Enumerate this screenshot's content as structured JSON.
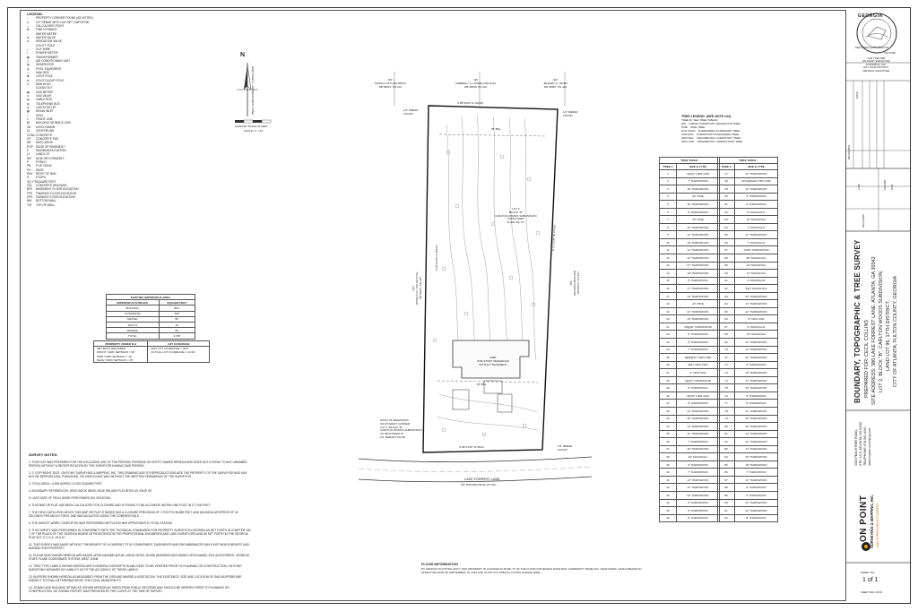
{
  "legend": {
    "title": "LEGEND:",
    "items": [
      {
        "sym": "○",
        "label": "PROPERTY CORNER FOUND (AS NOTED)"
      },
      {
        "sym": "●",
        "label": "1/2\" REBAR WITH CAP SET LS#PGF200"
      },
      {
        "sym": "△",
        "label": "CALCULATED POINT"
      },
      {
        "sym": "✚",
        "label": "FIRE HYDRANT"
      },
      {
        "sym": "▫",
        "label": "WATER METER"
      },
      {
        "sym": "⊗",
        "label": "WATER VALVE"
      },
      {
        "sym": "⊕",
        "label": "IRRIGATION VALVE"
      },
      {
        "sym": "◦",
        "label": "UTILITY POLE"
      },
      {
        "sym": "—",
        "label": "GUY WIRE"
      },
      {
        "sym": "▪",
        "label": "POWER METER"
      },
      {
        "sym": "▣",
        "label": "TRANSFORMER"
      },
      {
        "sym": "◻",
        "label": "AIR CONDITIONING UNIT"
      },
      {
        "sym": "▨",
        "label": "GENERATOR"
      },
      {
        "sym": "◍",
        "label": "POOL EQUIPMENT"
      },
      {
        "sym": "▢",
        "label": "MAIL BOX"
      },
      {
        "sym": "✱",
        "label": "LIGHT POLE"
      },
      {
        "sym": "◘",
        "label": "UTILITY/LIGHT POLE"
      },
      {
        "sym": "⊙",
        "label": "MAN HOLE"
      },
      {
        "sym": "◌",
        "label": "CLEAN OUT"
      },
      {
        "sym": "▦",
        "label": "GAS METER"
      },
      {
        "sym": "⊘",
        "label": "GAS VALVE"
      },
      {
        "sym": "▤",
        "label": "CABLE BOX"
      },
      {
        "sym": "▥",
        "label": "TELEPHONE BOX"
      },
      {
        "sym": "◈",
        "label": "LIGHT/OUTLET"
      },
      {
        "sym": "▩",
        "label": "DRAIN INLET"
      },
      {
        "sym": "↕",
        "label": "SIGN"
      },
      {
        "sym": "x",
        "label": "FENCE LINE"
      },
      {
        "sym": "BL",
        "label": "BUILDING SETBACK LINE"
      },
      {
        "sym": "CB",
        "label": "CATCH BASIN"
      },
      {
        "sym": "CL",
        "label": "CENTERLINE"
      },
      {
        "sym": "CONC",
        "label": "CONCRETE"
      },
      {
        "sym": "CP",
        "label": "CONCRETE PAD"
      },
      {
        "sym": "DB",
        "label": "DEED BOOK"
      },
      {
        "sym": "EOP",
        "label": "EDGE OF PAVEMENT"
      },
      {
        "sym": "E",
        "label": "MAXIMUM ELEVATION"
      },
      {
        "sym": "LL",
        "label": "LAND LOT"
      },
      {
        "sym": "N/F",
        "label": "NOW OR FORMERLY"
      },
      {
        "sym": "P",
        "label": "PORCH"
      },
      {
        "sym": "PB",
        "label": "PLAT BOOK"
      },
      {
        "sym": "PG",
        "label": "PAGE"
      },
      {
        "sym": "R/W",
        "label": "RIGHT OF WAY"
      },
      {
        "sym": "S",
        "label": "STOPS"
      },
      {
        "sym": "SQ. FT.",
        "label": "SQUARE FEET"
      },
      {
        "sym": "CW",
        "label": "CONCRETE WALKWAY"
      },
      {
        "sym": "BFE",
        "label": "BASEMENT FLOOR ELEVATION"
      },
      {
        "sym": "FFE",
        "label": "FINISHED FLOOR ELEVATION"
      },
      {
        "sym": "GFE",
        "label": "GARAGE FLOOR ELEVATION"
      },
      {
        "sym": "BW",
        "label": "BOTTOM WALL"
      },
      {
        "sym": "TW",
        "label": "TOP OF WALL"
      }
    ]
  },
  "north": {
    "letter": "N",
    "datum": "GRID NORTH - GEORGIA WEST ZONE",
    "scale_title": "GRAPHIC SCALE IN FEET",
    "scale_text": "SCALE: 1\" = 20'"
  },
  "impervious": {
    "title": "EXISTING IMPERVIOUS AREA",
    "headers": [
      "IMPERVIOUS SURFACE",
      "SQUARE FEET"
    ],
    "rows": [
      [
        "BUILDING",
        "2547"
      ],
      [
        "CONCRETE",
        "846"
      ],
      [
        "GRAVEL",
        "86"
      ],
      [
        "WALLS",
        "49"
      ],
      [
        "PAVERS",
        "86"
      ],
      [
        "TOTAL",
        "3,155"
      ]
    ]
  },
  "zoning": {
    "headers": [
      "PROPERTY ZONED R-3",
      "LOT COVERAGE"
    ],
    "left": [
      "SET BACK REQUIRED",
      "FRONT YARD SETBACK = 50'",
      "SIDE YARD SETBACK = 10'",
      "REAR YARD SETBACK = 35'"
    ],
    "right": [
      "MAX LOT COVERAGE = 40%",
      "ACTUAL LOT COVERAGE = 11.9%"
    ]
  },
  "notes": {
    "title": "SURVEY NOTES:",
    "items": [
      "1. THIS PLAT WAS PREPARED FOR THE EXCLUSIVE USE OF THE PERSON, PERSONS OR ENTITY NAMED HEREON AND DOES NOT EXTEND TO ANY UNNAMED PERSON WITHOUT A RECERTIFICATION BY THE SURVEYOR NAMING SAID PERSON.",
      "2. © COPYRIGHT 2020 - ON POINT SURVEYING & MAPPING, INC. THIS DRAWING AND ITS REPRODUCTIONS ARE THE PROPERTY OF THE SURVEYOR AND MAY NOT BE REPRODUCED, PUBLISHED, OR USED IN ANY WAY WITHOUT THE WRITTEN PERMISSION OF THE SURVEYOR.",
      "3. TOTAL AREA = 0.505 ACRES / 21,991 SQUARE FEET.",
      "4. BOUNDARY REFERENCES: DEED BOOK 36549, PAGE 590 AND PLAT BOOK 69, PAGE 99.",
      "5. LAST DATE OF FIELD WORK PERFORMED ON: 09/13/2020.",
      "6. THIS MAP OR PLAT HAS BEEN CALCULATED FOR CLOSURE AND IS FOUND TO BE ACCURATE WITHIN ONE FOOT IN 177,940 FEET.",
      "7. THE FIELD DATA UPON WHICH THIS MAP OR PLAT IS BASED HAS A CLOSURE PRECISION OF 1 FOOT IN 36,889 FEET, AND AN ANGULAR ERROR OF 03 SECONDS PER ANGLE POINT, AND WAS ADJUSTED USING THE COMPASS RULE.",
      "8. THE SURVEY WORK COMPLETED WAS PERFORMED WITH A 5X5 MM+2PPM ROBOTIC TOTAL STATION.",
      "9. THIS SURVEY WAS PERFORMED IN CONFORMITY WITH THE TECHNICAL STANDARDS FOR PROPERTY SURVEYS IN GEORGIA AS SET FORTH IN CHAPTER 180-7 OF THE RULES OF THE GEORGIA BOARD OF REGISTRATION FOR PROFESSIONAL ENGINEERS AND LAND SURVEYORS AND AS SET FORTH IN THE GEORGIA PLAT ACT O.C.G.A. 15-6-67.",
      "10. THIS SURVEY WAS MADE WITHOUT THE BENEFIT OF A CURRENT TITLE COMMITMENT. EASEMENTS AND ENCUMBRANCES MAY EXIST WHICH BENEFIT AND BURDEN THIS PROPERTY.",
      "11. ELEVATIONS SHOWN HEREON ARE BASED UPON NAVD88 DATUM, USING GEOID 18 AND BEARINGS ARE BASED UPON NAD83, 2011 ADJUSTMENT, GEORGIA STATE PLANE COORDINATE SYSTEM, WEST ZONE.",
      "12. TREE TYPE LABELS SHOWN HEREON ARE A GENERAL DESCRIPTION AND NEED TO BE VERIFIED PRIOR TO PLANNING OR CONSTRUCTION. ON POINT SURVEYING ASSUMES NO LIABILITY AS TO THE ACCURACY OF THESE LABELS.",
      "13. BUFFERS SHOWN HEREON AS MEASURED FROM THE GROUND WHERE A VEGETATION, THE EXISTENCE, SIZE AND LOCATION OF SAID BUFFERS ARE SUBJECT TO FINAL DETERMINATION BY THE LOCAL MUNICIPALITY.",
      "14. ZONING AND BUILDING SETBACKS SHOWN HEREON AS TAKEN FROM PUBLIC RECORDS AND SHOULD BE VERIFIED PRIOR TO PLANNING OR CONSTRUCTION. NO ZONING REPORT WAS PROVIDED BY THE CLIENT AT THE TIME OF SURVEY."
    ]
  },
  "tree_legend": {
    "title": "TREE LEGEND: (SEE NOTE #12)",
    "items": [
      "TREE ID: SEE TREE TABLES",
      "HW    LARGE OVERSTORY DECIDUOUS TREE",
      "PINE    PINE TREE",
      "EVG SCRN    EVERGREEN SCREENING TREE",
      "OVR EVG    OVERSTORY EVERGREEN TREE",
      "ORN DEC    ORNAMENTAL OVERSTORY TREE",
      "ORN UND    ORNAMENTAL UNDERSTORY TREE"
    ]
  },
  "tree_table_1": {
    "title": "TREE TABLE",
    "headers": [
      "TREE #",
      "SIZE & TYPE"
    ],
    "rows": [
      [
        "1",
        "2@24\" ORN UND"
      ],
      [
        "2",
        "7\" HARDWOOD"
      ],
      [
        "3",
        "18\" HARDWOOD"
      ],
      [
        "4",
        "20\" PINE"
      ],
      [
        "5",
        "18\" HARDWOOD"
      ],
      [
        "6",
        "8\" HARDWOOD"
      ],
      [
        "7",
        "20\" PINE"
      ],
      [
        "8",
        "10\" HARDWOOD"
      ],
      [
        "9",
        "12\" HARDWOOD"
      ],
      [
        "10",
        "16\" HARDWOOD"
      ],
      [
        "11",
        "14\" HARDWOOD"
      ],
      [
        "12",
        "10\" HARDWOOD"
      ],
      [
        "13",
        "27\" HARDWOOD"
      ],
      [
        "14",
        "16\" HARDWOOD"
      ],
      [
        "15",
        "8\" HARDWOOD"
      ],
      [
        "16",
        "17\" HARDWOOD"
      ],
      [
        "17",
        "13\" HARDWOOD"
      ],
      [
        "18",
        "22\" PINE"
      ],
      [
        "19",
        "22\" HARDWOOD"
      ],
      [
        "20",
        "15\" HARDWOOD"
      ],
      [
        "21",
        "25@20\" HARDWOOD"
      ],
      [
        "22",
        "8\" HARDWOOD"
      ],
      [
        "23",
        "8\" HARDWOOD"
      ],
      [
        "24",
        "7\" HARDWOOD"
      ],
      [
        "25",
        "8@8@20\" ORN UND"
      ],
      [
        "26",
        "8@7 ORN UND"
      ],
      [
        "27",
        "9\" ORN UND"
      ],
      [
        "28",
        "2@10\" HARDWOOD"
      ],
      [
        "29",
        "8\" HARDWOOD"
      ],
      [
        "30",
        "2@20\" ORN UND"
      ],
      [
        "31",
        "8\" HARDWOOD"
      ],
      [
        "32",
        "14\" HARDWOOD"
      ],
      [
        "33",
        "18\" HARDWOOD"
      ],
      [
        "34",
        "14\" HARDWOOD"
      ],
      [
        "35",
        "12\" HARDWOOD"
      ],
      [
        "36",
        "7\" HARDWOOD"
      ],
      [
        "37",
        "18\" HARDWOOD"
      ],
      [
        "38",
        "16\" MAGNOLIA"
      ],
      [
        "39",
        "9\" HARDWOOD"
      ],
      [
        "40",
        "7\" HARDWOOD"
      ],
      [
        "41",
        "14\" HARDWOOD"
      ],
      [
        "42",
        "11\" HARDWOOD"
      ],
      [
        "43",
        "22\" HARDWOOD"
      ],
      [
        "44",
        "8\" HARDWOOD"
      ],
      [
        "45",
        "8\" HARDWOOD"
      ],
      [
        "46",
        "8\" HARDWOOD"
      ]
    ]
  },
  "tree_table_2": {
    "title": "TREE TABLE",
    "headers": [
      "TREE #",
      "SIZE & TYPE"
    ],
    "rows": [
      [
        "47",
        "10\" HARDWOOD"
      ],
      [
        "48",
        "22/23@MAP ORN UND"
      ],
      [
        "49",
        "10\" HARDWOOD"
      ],
      [
        "50",
        "9\" HARDWOOD"
      ],
      [
        "51",
        "9\" HARDWOOD"
      ],
      [
        "52",
        "8\" MAGNOLIA"
      ],
      [
        "53",
        "10\" MAGNOLIA"
      ],
      [
        "54",
        "7\" MAGNOLIA"
      ],
      [
        "55",
        "12\" HARDWOOD"
      ],
      [
        "56",
        "7\" MAGNOLIA"
      ],
      [
        "57",
        "13/20\" HARDWOOD"
      ],
      [
        "58",
        "82\" MAGNOLIA"
      ],
      [
        "59",
        "10\" MAGNOLIA"
      ],
      [
        "60",
        "14\" MAGNOLIA"
      ],
      [
        "61",
        "9\" MAGNOLIA"
      ],
      [
        "62",
        "8@7 MAGNOLIA"
      ],
      [
        "63",
        "20\" HARDWOOD"
      ],
      [
        "64",
        "14\" HARDWOOD"
      ],
      [
        "65",
        "22\" HARDWOOD"
      ],
      [
        "66",
        "8\" ORN UND"
      ],
      [
        "67",
        "9\" MAGNOLIA"
      ],
      [
        "68",
        "13\" MAGNOLIA"
      ],
      [
        "69",
        "12\" HARDWOOD"
      ],
      [
        "70",
        "10\" HARDWOOD"
      ],
      [
        "71",
        "22\" HARDWOOD"
      ],
      [
        "72",
        "8\" HARDWOOD"
      ],
      [
        "73",
        "18\" HARDWOOD"
      ],
      [
        "74",
        "12\" HARDWOOD"
      ],
      [
        "75",
        "15\" HARDWOOD"
      ],
      [
        "76",
        "8\" HARDWOOD"
      ],
      [
        "77",
        "8\" HARDWOOD"
      ],
      [
        "78",
        "11\" HARDWOOD"
      ],
      [
        "79",
        "10\" HARDWOOD"
      ],
      [
        "80",
        "10\" HARDWOOD"
      ],
      [
        "81",
        "14\" HARDWOOD"
      ],
      [
        "82",
        "12\" HARDWOOD"
      ],
      [
        "83",
        "14\" HARDWOOD"
      ],
      [
        "84",
        "20\" HARDWOOD"
      ],
      [
        "85",
        "18\" HARDWOOD"
      ],
      [
        "86",
        "7\" HARDWOOD"
      ],
      [
        "87",
        "11\" HARDWOOD"
      ],
      [
        "88",
        "8\" HARDWOOD"
      ],
      [
        "89",
        "9\" HARDWOOD"
      ],
      [
        "90",
        "12\" HARDWOOD"
      ],
      [
        "91",
        "12\" HARDWOOD"
      ],
      [
        "92",
        "8\" HARDWOOD"
      ]
    ]
  },
  "plan": {
    "adjoiner_left": "N/F\nFRANCA TAYLOR-SMITH\nDB 59937, PG 106",
    "adjoiner_mid": "N/F\nKIMBERLY A. HAVERLAND ETAL\nDB 39565, PG 407",
    "adjoiner_right": "N/F\nJEFFERY K. LEWIS\nDB 46387, PG 423",
    "bearing_top": "S 89°03'03\" E  130.00'",
    "bearing_bottom": "N 89°21'40\" W  88.01'",
    "bearing_left": "N 00°01'00\" E  288.97'",
    "bearing_right": "S 11°20'30\" W  275.81'",
    "rebar_left": "1/2\" REBAR\nFOUND",
    "rebar_right": "1/2\" REBAR\nFOUND",
    "rebar_bottom": "1/2\" REBAR\nFOUND",
    "lot_label": "LOT 2\nBLOCK \"B\"\nCARLTON WOODS SUBDIVISION\n0.505 ACRES\n21,991 SQ. FT.",
    "residence": "#380\nONE STORY RESIDENCE\nWITHOUT BASEMENT",
    "beginning": "POINT OF BEGINNING\nSOUTHWEST CORNER\nLOT 2, BLOCK \"B\"\nCARLTON WOODS SUBDIVISION\nAS RECORDED IN\n1/2\" REBAR FOUND",
    "left_adjoiner_rot": "N/F\nDONALD R. TAYLOR ETAL\nDB 59976, PG 225",
    "right_adjoiner_rot": "N/F\nGEORGIA BOUVIER\nDB 59576, PG 234",
    "road_name": "LAKE FORREST LANE",
    "road_rw": "(50' R/W PER PB 69, PG 99)",
    "setback_top": "35' BSL",
    "setback_bottom": "50' BSL"
  },
  "flood": {
    "title": "FLOOD INFORMATION",
    "text": "BY GRAPHIC PLOTTING ONLY, THIS PROPERTY IS LOCATED IN ZONE \"X\" OF THE FLOOD INSURANCE RATE MAP, COMMUNITY PANEL NO. 13121C0251F, WHICH BEARS AN EFFECTIVE DATE OF SEPTEMBER 18, 2013 AND IS NOT IN A SPECIAL FLOOD HAZARD AREA."
  },
  "title_block": {
    "seal_top": "GEORGIA",
    "seal_bottom": "REGISTERED LAND SURVEYOR",
    "seal_note": "FOR THE FIRM\nON POINT SURVEYING\n& MAPPING, INC.\nNOT VALID WITHOUT\nORIGINAL SIGNATURE",
    "seal_id": "LSF 00199",
    "revisions_label": "REVISIONS",
    "date_label": "DATE",
    "job_no": "1158",
    "drawn_by": "DRAWN",
    "checked_by": "CHK",
    "date_value": "09/17/2020",
    "main_title": "BOUNDARY, TOPOGRAPHIC & TREE SURVEY",
    "prepared_for": "PREPARED FOR: CECIL COLLINS",
    "site_line1": "SITE ADDRESS: 380 LAKE FORREST LANE, ATLANTA, GA 30342",
    "site_line2": "LOT 2, BLOCK \"B\", CARLTON WOODS SUBDIVISION,",
    "site_line3": "LAND LOT 96, 17TH DISTRICT,",
    "site_line4": "CITY OF ATLANTA, FULTON COUNTY, GEORGIA",
    "company_address": "3333 PEACHTREE ROAD,\nSTE. #115, ATLANTA, GA 30326\nTELEPHONE: 678-941-4040\nwww.onpoint-surveying.com",
    "company_name": "ON POINT",
    "company_sub": "SURVEYING & MAPPING, INC.",
    "company_tag": "LAND SURVEYORS & PLANNERS",
    "sheet_label": "SHEET NO.",
    "sheet_value": "1 of 1",
    "sheet_size": "SHEET SIZE: 24X36"
  }
}
